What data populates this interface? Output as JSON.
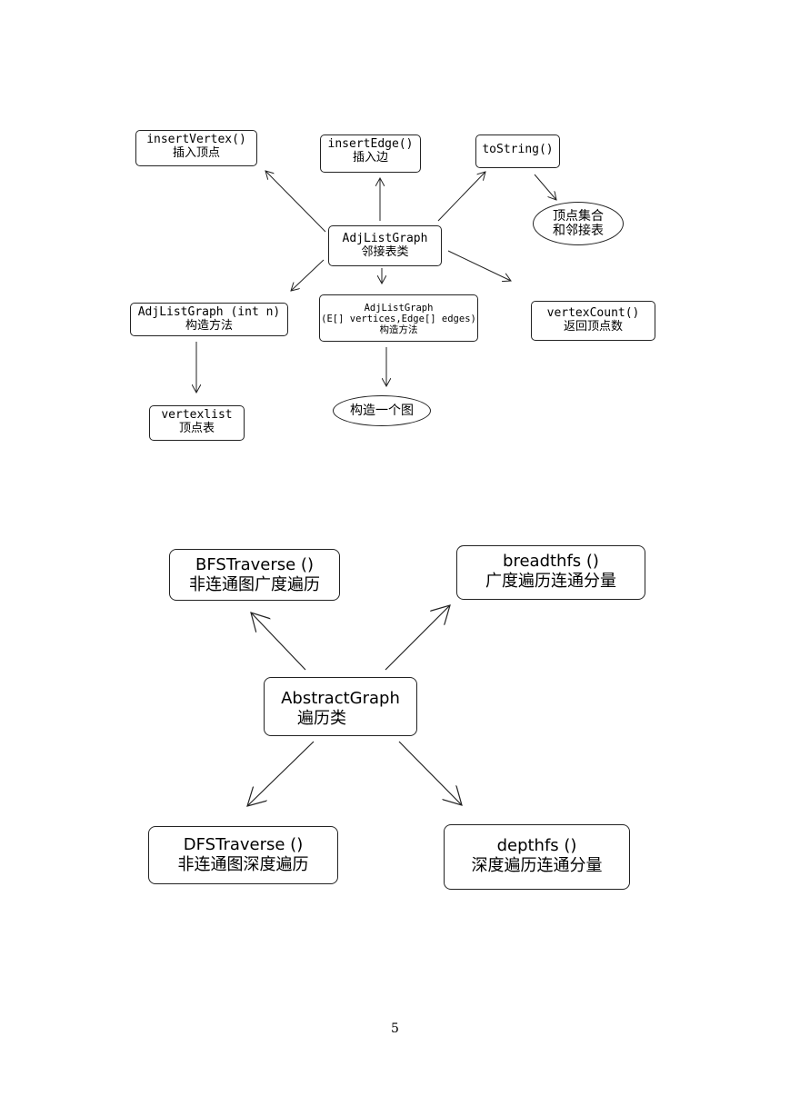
{
  "diagram1": {
    "nodes": {
      "insertVertex": {
        "line1": "insertVertex()",
        "line2": "插入顶点"
      },
      "insertEdge": {
        "line1": "insertEdge()",
        "line2": "插入边"
      },
      "toString": {
        "line1": "toString()"
      },
      "toStringNote": {
        "line1": "顶点集合",
        "line2": "和邻接表"
      },
      "adjListGraph": {
        "line1": "AdjListGraph",
        "line2": "邻接表类"
      },
      "ctorInt": {
        "line1": "AdjListGraph (int n)",
        "line2": "构造方法"
      },
      "ctorArrays": {
        "line1": "AdjListGraph",
        "line2": "(E[] vertices,Edge[] edges)",
        "line3": "构造方法"
      },
      "vertexCount": {
        "line1": "vertexCount()",
        "line2": "返回顶点数"
      },
      "vertexlist": {
        "line1": "vertexlist",
        "line2": "顶点表"
      },
      "buildGraph": {
        "line1": "构造一个图"
      }
    }
  },
  "diagram2": {
    "nodes": {
      "bfsTraverse": {
        "line1": "BFSTraverse ()",
        "line2": "非连通图广度遍历"
      },
      "breadthfs": {
        "line1": "breadthfs ()",
        "line2": "广度遍历连通分量"
      },
      "abstractGraph": {
        "line1": "AbstractGraph",
        "line2": "遍历类"
      },
      "dfsTraverse": {
        "line1": "DFSTraverse ()",
        "line2": "非连通图深度遍历"
      },
      "depthfs": {
        "line1": "depthfs ()",
        "line2": "深度遍历连通分量"
      }
    }
  },
  "page_number": "5"
}
